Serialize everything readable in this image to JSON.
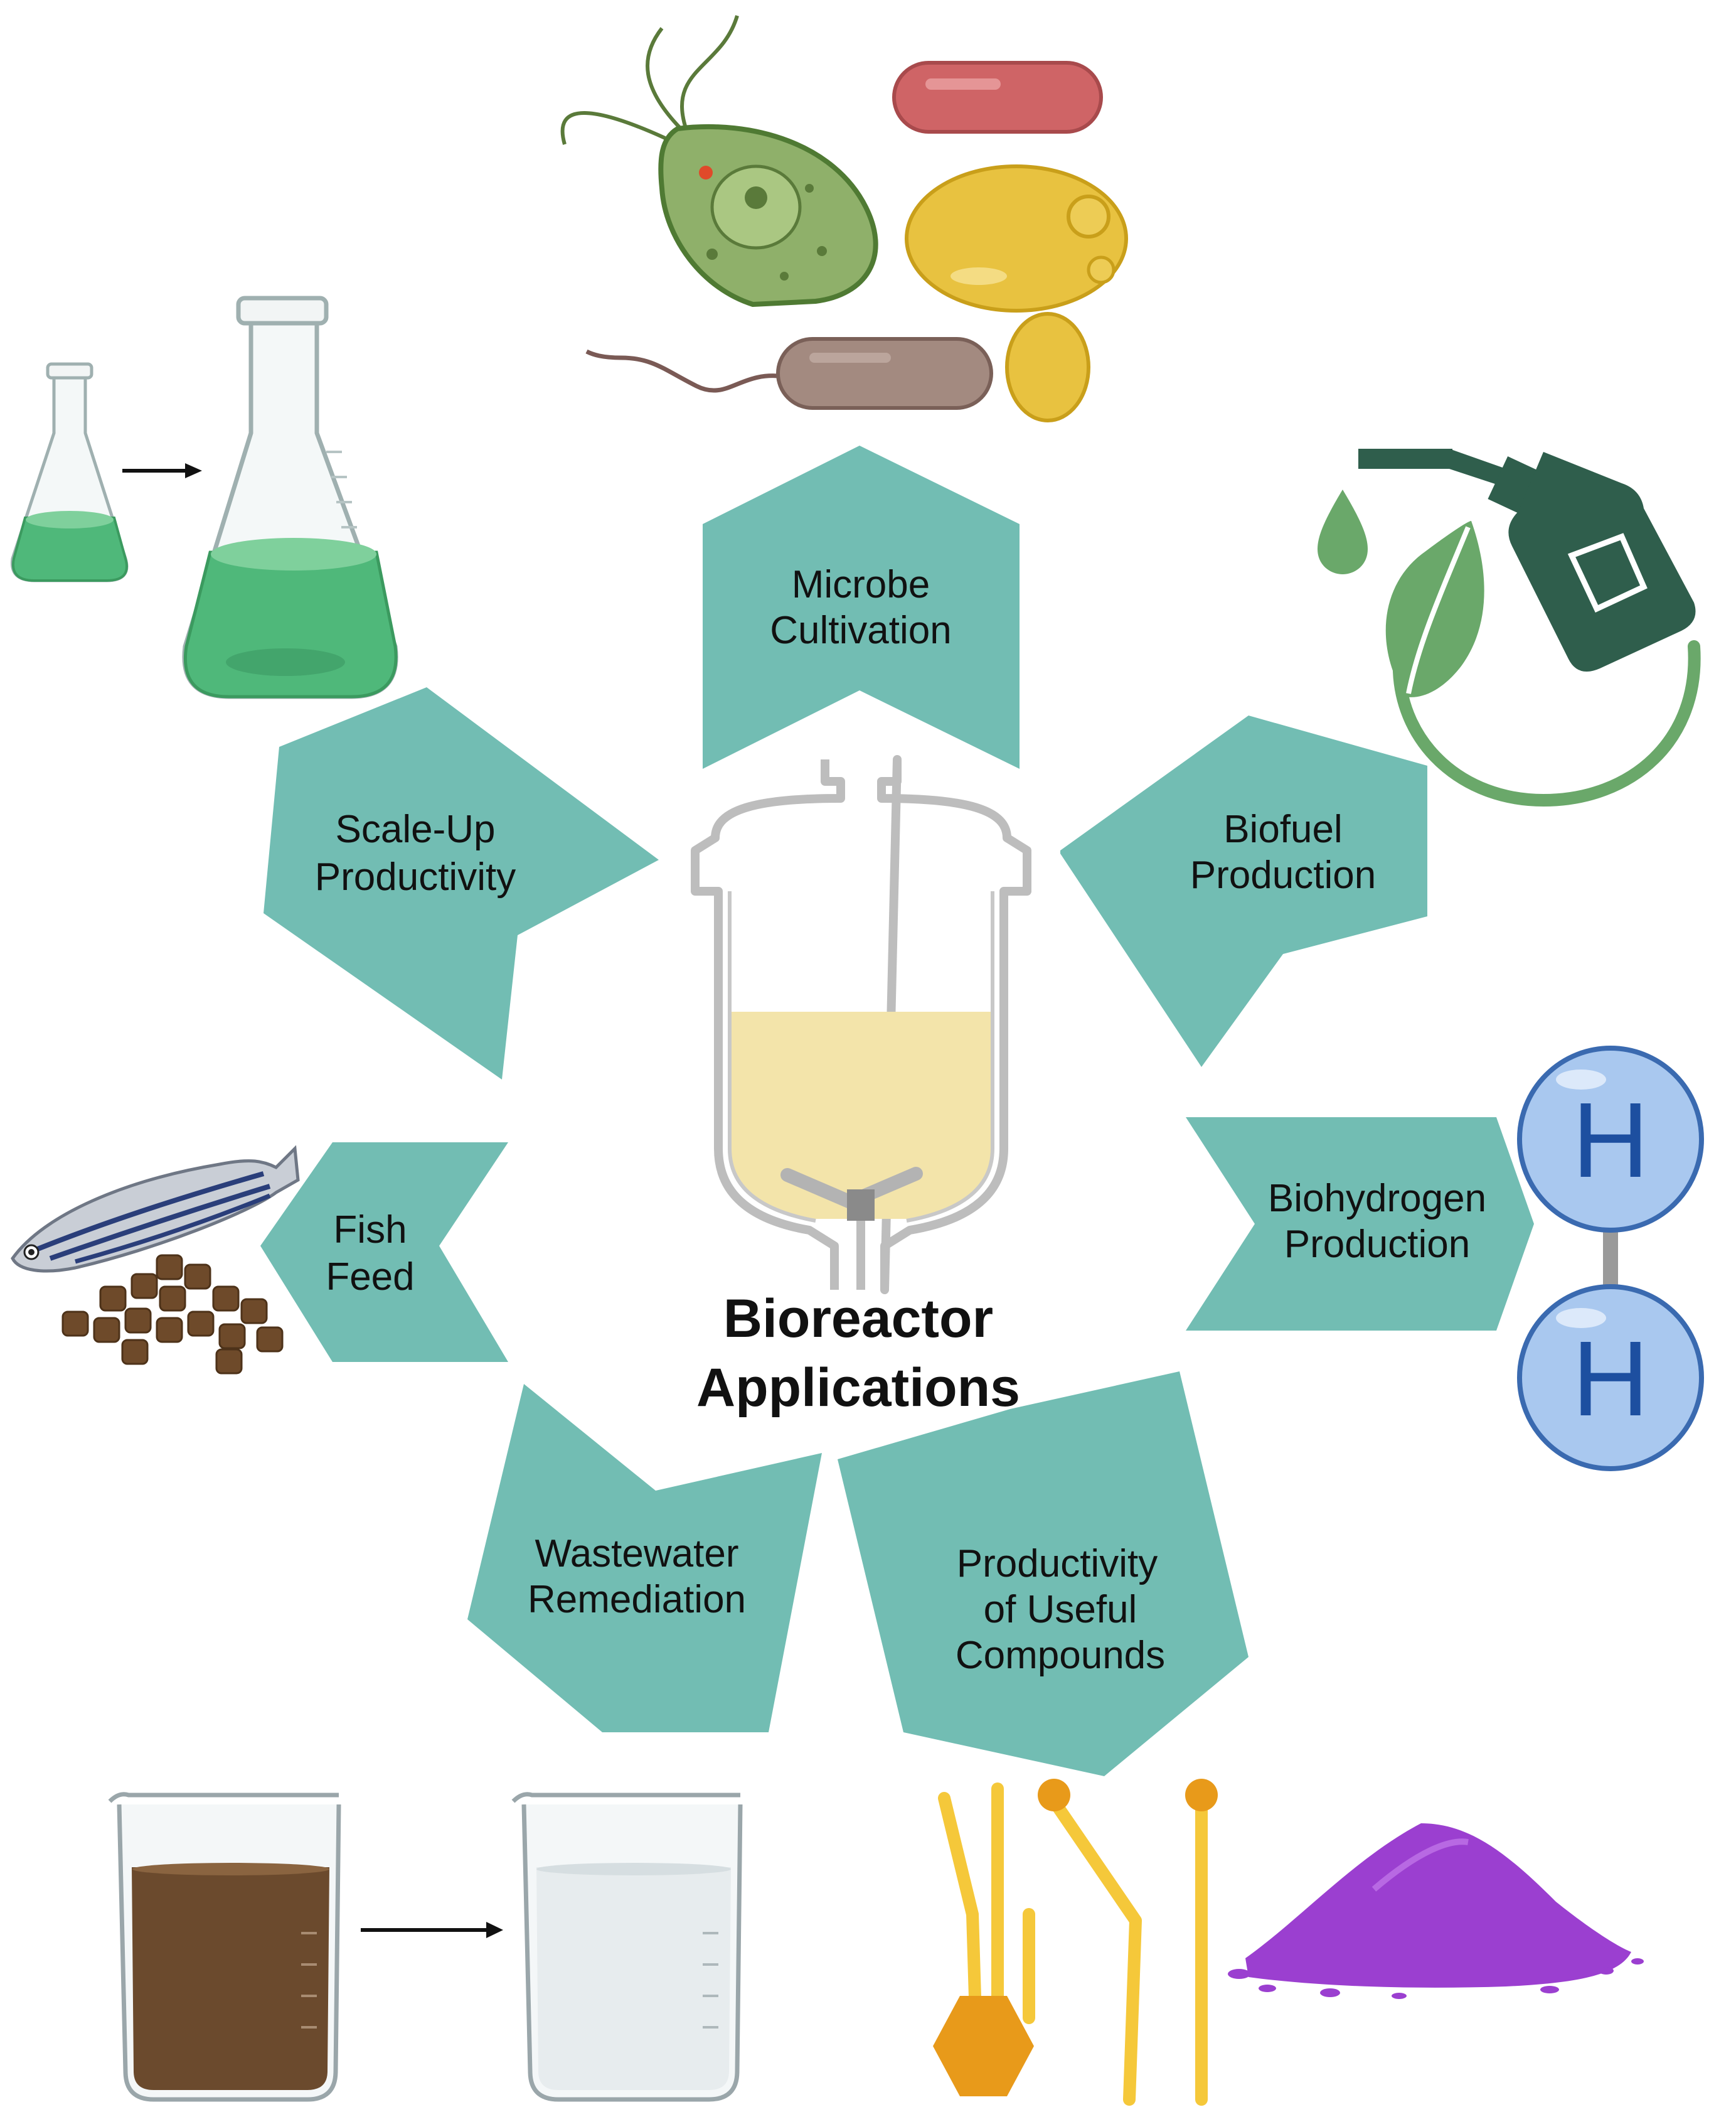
{
  "title": {
    "line1": "Bioreactor",
    "line2": "Applications"
  },
  "segments": [
    {
      "id": "microbe",
      "line1": "Microbe",
      "line2": "Cultivation"
    },
    {
      "id": "biofuel",
      "line1": "Biofuel",
      "line2": "Production"
    },
    {
      "id": "biohydrogen",
      "line1": "Biohydrogen",
      "line2": "Production"
    },
    {
      "id": "compounds",
      "line1": "Productivity",
      "line2": "of Useful",
      "line3": "Compounds"
    },
    {
      "id": "wastewater",
      "line1": "Wastewater",
      "line2": "Remediation"
    },
    {
      "id": "fishfeed",
      "line1": "Fish",
      "line2": "Feed"
    },
    {
      "id": "scaleup",
      "line1": "Scale-Up",
      "line2": "Productivity"
    }
  ],
  "molecule": {
    "atom1": "H",
    "atom2": "H"
  },
  "colors": {
    "segment": "#72bdb3",
    "bioreactor_outline": "#bdbdbd",
    "bioreactor_liquid": "#f3e4aa",
    "algae_green": "#8fb06a",
    "red_bacterium": "#cf6466",
    "yeast_yellow": "#e8c240",
    "brown_bacterium": "#a38a80",
    "flask_green": "#4fb87a",
    "fuel_dark_green": "#2f5e4c",
    "leaf_green": "#6aa86a",
    "hydrogen_blue": "#a9c8ef",
    "wastewater_brown": "#6b4a2d",
    "lipid_yellow": "#f5c83a",
    "head_orange": "#e89a1a",
    "powder_purple": "#9b3fd0",
    "fish_food_brown": "#6e4a2a"
  },
  "icons": [
    "euglena-icon",
    "red-bacterium-icon",
    "yeast-icon",
    "brown-bacterium-icon",
    "small-flask-icon",
    "large-flask-icon",
    "scale-arrow-icon",
    "fuel-pump-icon",
    "leaf-icon",
    "fuel-drop-icon",
    "hydrogen-molecule-icon",
    "zebrafish-icon",
    "fish-food-pellets-icon",
    "dirty-beaker-icon",
    "clean-beaker-icon",
    "remediation-arrow-icon",
    "lipid-molecules-icon",
    "purple-powder-icon",
    "bioreactor-icon"
  ]
}
